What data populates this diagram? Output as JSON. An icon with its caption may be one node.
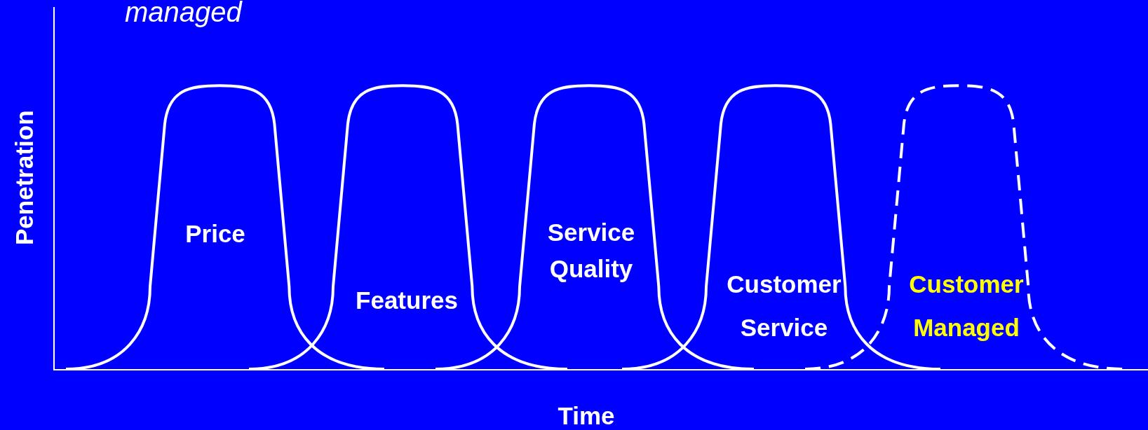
{
  "diagram": {
    "nodes": [
      {
        "text": [
          "Price"
        ]
      },
      {
        "text": [
          "Features"
        ]
      },
      {
        "text": [
          "Service Quality"
        ]
      },
      {
        "text": [
          "Customer Service"
        ]
      },
      {
        "text": [
          "Customer Managed"
        ]
      }
    ],
    "labels": [
      "managed",
      "Penetration",
      "Time"
    ]
  }
}
